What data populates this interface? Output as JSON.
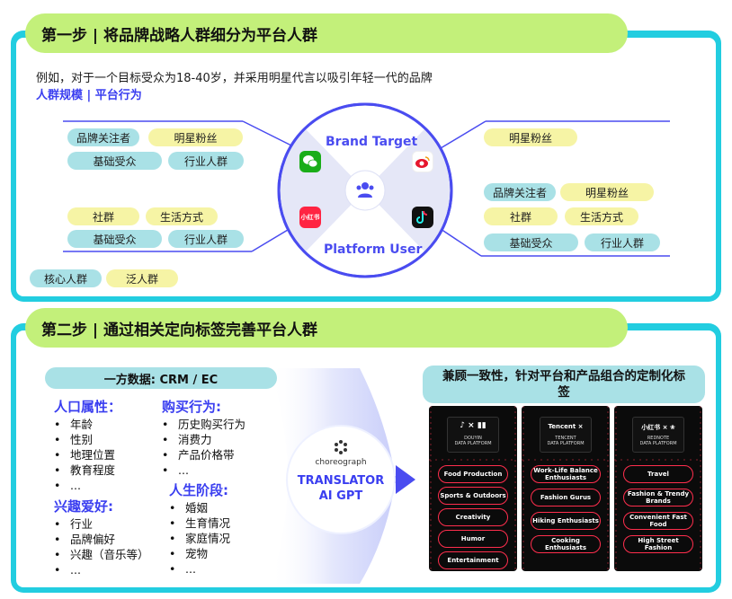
{
  "step1": {
    "header": "第一步 | 将品牌战略人群细分为平台人群",
    "example_text": "例如，对于一个目标受众为18-40岁，并采用明星代言以吸引年轻一代的品牌",
    "subtitle": "人群规模 | 平台行为",
    "circle_top_label": "Brand Target",
    "circle_bottom_label": "Platform User",
    "icons": [
      "wechat-icon",
      "weibo-icon",
      "xiaohongshu-icon",
      "douyin-icon",
      "people-icon"
    ],
    "xiaohongshu_text": "小红书",
    "left_group_top": [
      "品牌关注者",
      "明星粉丝",
      "基础受众",
      "行业人群"
    ],
    "left_group_bottom": [
      "社群",
      "生活方式",
      "基础受众",
      "行业人群"
    ],
    "right_group_top": [
      "明星粉丝"
    ],
    "right_group_bottom": [
      "品牌关注者",
      "明星粉丝",
      "社群",
      "生活方式",
      "基础受众",
      "行业人群"
    ],
    "legend": [
      "核心人群",
      "泛人群"
    ]
  },
  "step2": {
    "header": "第二步 | 通过相关定向标签完善平台人群",
    "first_party": "一方数据: CRM / EC",
    "demographics": {
      "title": "人口属性：",
      "items": [
        "年龄",
        "性别",
        "地理位置",
        "教育程度",
        "..."
      ]
    },
    "interests": {
      "title": "兴趣爱好:",
      "items": [
        "行业",
        "品牌偏好",
        "兴趣（音乐等）",
        "..."
      ]
    },
    "purchase": {
      "title": "购买行为:",
      "items": [
        "历史购买行为",
        "消费力",
        "产品价格带",
        "..."
      ]
    },
    "life_stage": {
      "title": "人生阶段:",
      "items": [
        "婚姻",
        "生育情况",
        "家庭情况",
        "宠物",
        "..."
      ]
    },
    "translator": {
      "logo_text": "choreograph",
      "title_line1": "TRANSLATOR",
      "title_line2": "AI GPT"
    },
    "right_title": "兼顾一致性，针对平台和产品组合的定制化标签",
    "cards": [
      {
        "brand": "♪ × ▮▮",
        "sub_line1": "DOUYIN",
        "sub_line2": "DATA PLATFORM",
        "tags": [
          "Food Production",
          "Sports & Outdoors",
          "Creativity",
          "Humor",
          "Entertainment"
        ]
      },
      {
        "brand": "Tencent ×",
        "sub_line1": "TENCENT",
        "sub_line2": "DATA PLATFORM",
        "tags": [
          "Work-Life Balance Enthusiasts",
          "Fashion Gurus",
          "Hiking Enthusiasts",
          "Cooking Enthusiasts"
        ]
      },
      {
        "brand": "小红书 × ❀",
        "sub_line1": "REDNOTE",
        "sub_line2": "DATA PLATFORM",
        "tags": [
          "Travel",
          "Fashion & Trendy Brands",
          "Convenient Fast Food",
          "High Street Fashion"
        ]
      }
    ]
  },
  "colors": {
    "panel": "#22cde0",
    "header": "#c3f07a",
    "accent_blue": "#3a3ef0",
    "pill_teal": "#a9e1e6",
    "pill_yellow": "#f6f4a5",
    "tag_border": "#ff2e4d"
  }
}
